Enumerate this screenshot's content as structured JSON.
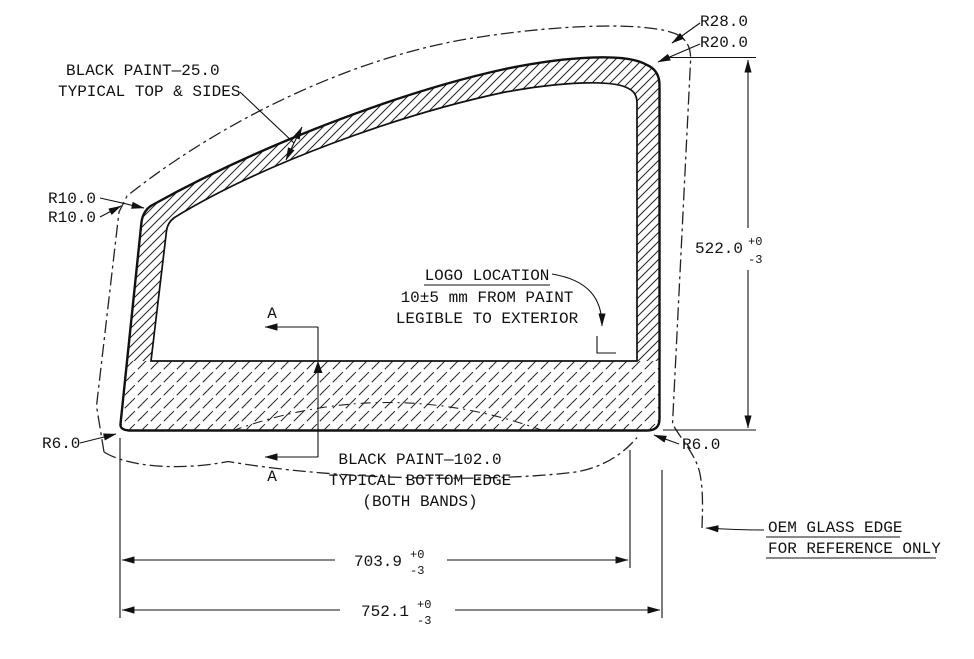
{
  "callouts": {
    "paint_top": {
      "line1": "BLACK PAINT—25.0",
      "line2": "TYPICAL TOP & SIDES"
    },
    "r28": "R28.0",
    "r20": "R20.0",
    "r10_upper": "R10.0",
    "r10_lower": "R10.0",
    "r6_left": "R6.0",
    "r6_right": "R6.0",
    "logo": {
      "line1": "LOGO LOCATION",
      "line2": "10±5 mm FROM PAINT",
      "line3": "LEGIBLE TO EXTERIOR"
    },
    "paint_bottom": {
      "line1": "BLACK PAINT—102.0",
      "line2": "TYPICAL BOTTOM EDGE",
      "line3": "(BOTH BANDS)"
    },
    "oem": {
      "line1": "OEM GLASS EDGE",
      "line2": "FOR REFERENCE ONLY"
    },
    "section": {
      "top": "A",
      "bottom": "A"
    }
  },
  "dimensions": {
    "height": {
      "value": "522.0",
      "tol_plus": "+0",
      "tol_minus": "-3"
    },
    "width_paint": {
      "value": "703.9",
      "tol_plus": "+0",
      "tol_minus": "-3"
    },
    "width_glass": {
      "value": "752.1",
      "tol_plus": "+0",
      "tol_minus": "-3"
    }
  },
  "colors": {
    "line": "#111111",
    "background": "#ffffff"
  }
}
